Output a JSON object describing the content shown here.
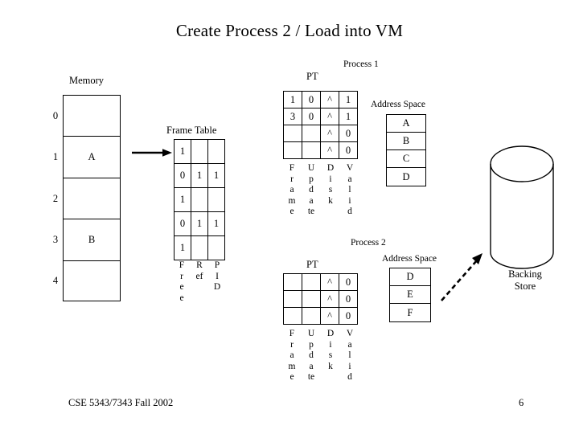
{
  "slide": {
    "title": "Create Process 2 / Load into VM",
    "footer_course": "CSE 5343/7343 Fall 2002",
    "page_number": "6"
  },
  "memory": {
    "label": "Memory",
    "indices": [
      "0",
      "1",
      "2",
      "3",
      "4"
    ],
    "rows": [
      "",
      "A",
      "",
      "B",
      ""
    ]
  },
  "arrow": {
    "transfer_name": "memory-to-frame-table-arrow",
    "swap_name": "address-space-to-backing-store-arrow"
  },
  "frame_table": {
    "label": "Frame Table",
    "columns": [
      "Free",
      "Ref",
      "PID"
    ],
    "column_stacks": [
      [
        "F",
        "r",
        "e",
        "e"
      ],
      [
        "R",
        "ef"
      ],
      [
        "P",
        "I",
        "D"
      ]
    ],
    "rows": [
      [
        "1",
        "",
        ""
      ],
      [
        "0",
        "1",
        "1"
      ],
      [
        "1",
        "",
        ""
      ],
      [
        "0",
        "1",
        "1"
      ],
      [
        "1",
        "",
        ""
      ]
    ]
  },
  "process1": {
    "label": "Process 1",
    "pt_label": "PT",
    "pt_columns": [
      "Frame",
      "Update",
      "Disk",
      "Valid"
    ],
    "pt_column_stacks": [
      [
        "F",
        "r",
        "a",
        "m",
        "e"
      ],
      [
        "U",
        "p",
        "d",
        "a",
        "te"
      ],
      [
        "D",
        "i",
        "s",
        "k"
      ],
      [
        "V",
        "a",
        "l",
        "i",
        "d"
      ]
    ],
    "pt_rows": [
      [
        "1",
        "0",
        "^",
        "1"
      ],
      [
        "3",
        "0",
        "^",
        "1"
      ],
      [
        "",
        "",
        "^",
        "0"
      ],
      [
        "",
        "",
        "^",
        "0"
      ]
    ],
    "address_space_label": "Address Space",
    "address_space_rows": [
      "A",
      "B",
      "C",
      "D"
    ]
  },
  "process2": {
    "label": "Process 2",
    "pt_label": "PT",
    "pt_columns": [
      "Frame",
      "Update",
      "Disk",
      "Valid"
    ],
    "pt_column_stacks": [
      [
        "F",
        "r",
        "a",
        "m",
        "e"
      ],
      [
        "U",
        "p",
        "d",
        "a",
        "te"
      ],
      [
        "D",
        "i",
        "s",
        "k"
      ],
      [
        "V",
        "a",
        "l",
        "i",
        "d"
      ]
    ],
    "pt_rows": [
      [
        "",
        "",
        "^",
        "0"
      ],
      [
        "",
        "",
        "^",
        "0"
      ],
      [
        "",
        "",
        "^",
        "0"
      ]
    ],
    "address_space_label": "Address Space",
    "address_space_rows": [
      "D",
      "E",
      "F"
    ]
  },
  "backing_store": {
    "label_line1": "Backing",
    "label_line2": "Store"
  },
  "colors": {
    "stroke": "#000000",
    "background": "#ffffff"
  }
}
